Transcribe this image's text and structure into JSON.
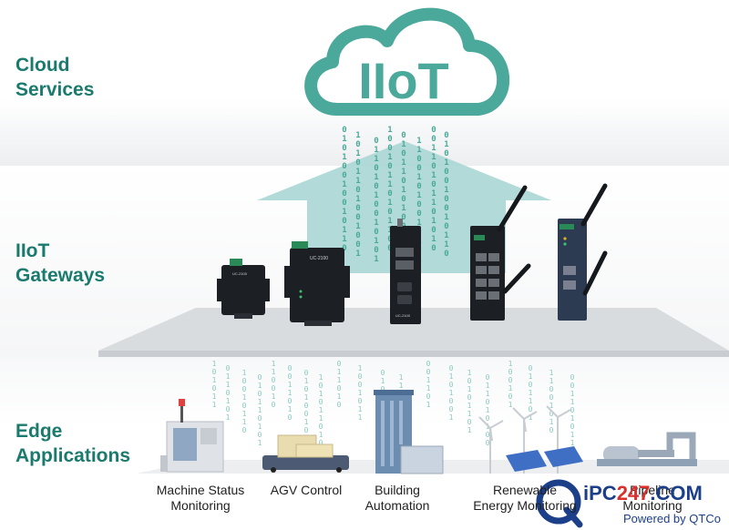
{
  "diagram": {
    "cloud_title": "IIoT",
    "layers": {
      "cloud": [
        "Cloud",
        "Services"
      ],
      "gateways": [
        "IIoT",
        "Gateways"
      ],
      "edge": [
        "Edge",
        "Applications"
      ]
    },
    "applications": [
      {
        "line1": "Machine Status",
        "line2": "Monitoring"
      },
      {
        "line1": "AGV Control",
        "line2": ""
      },
      {
        "line1": "Building",
        "line2": "Automation"
      },
      {
        "line1": "Renewable",
        "line2": "Energy Monitoring"
      },
      {
        "line1": "Pipeline",
        "line2": "Monitoring"
      }
    ],
    "gateway_labels": [
      "UC-2100",
      "UC-2100",
      "UC-2100"
    ],
    "binary_streams": [
      "0101001001",
      "1010110100",
      "0110101001",
      "1001011010",
      "0101101010",
      "1100101001",
      "0011010110"
    ],
    "colors": {
      "accent": "#1a7a6e",
      "cloud": "#4aa99a",
      "arrow": "#a8d6d4",
      "digits": "#4aa99a"
    }
  },
  "watermark": {
    "brand_a": "iPC",
    "brand_b": "247",
    "brand_c": ".COM",
    "tagline": "Powered by QTCo"
  }
}
